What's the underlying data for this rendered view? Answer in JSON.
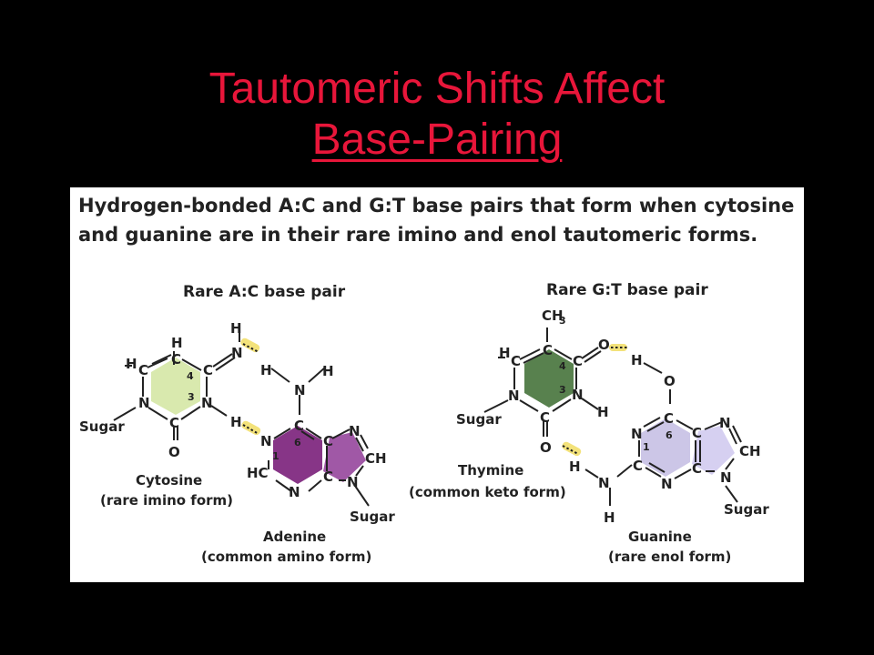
{
  "slide": {
    "title_line1": "Tautomeric Shifts Affect",
    "title_line2": "Base-Pairing",
    "title_color": "#e8163a",
    "background": "#000000"
  },
  "figure": {
    "caption_line1": "Hydrogen-bonded A:C and G:T base pairs that form when cytosine",
    "caption_line2": "and guanine are in their rare imino and enol tautomeric forms.",
    "left": {
      "heading": "Rare A:C base pair",
      "cytosine_name": "Cytosine",
      "cytosine_form": "(rare imino form)",
      "adenine_name": "Adenine",
      "adenine_form": "(common amino form)",
      "cytosine_color": "#cfe39a",
      "adenine_color": "#7a1f7a"
    },
    "right": {
      "heading": "Rare G:T base pair",
      "thymine_name": "Thymine",
      "thymine_form": "(common keto form)",
      "guanine_name": "Guanine",
      "guanine_form": "(rare enol form)",
      "thymine_color": "#4f7a45",
      "guanine_color": "#c9c3e6"
    },
    "atoms": {
      "H": "H",
      "C": "C",
      "N": "N",
      "O": "O",
      "HC": "HC",
      "CH": "CH",
      "CH3": "CH",
      "sub3": "3",
      "sugar": "Sugar",
      "n1": "1",
      "n3": "3",
      "n4": "4",
      "n6": "6"
    },
    "hbond_color": "#f3e27a"
  }
}
